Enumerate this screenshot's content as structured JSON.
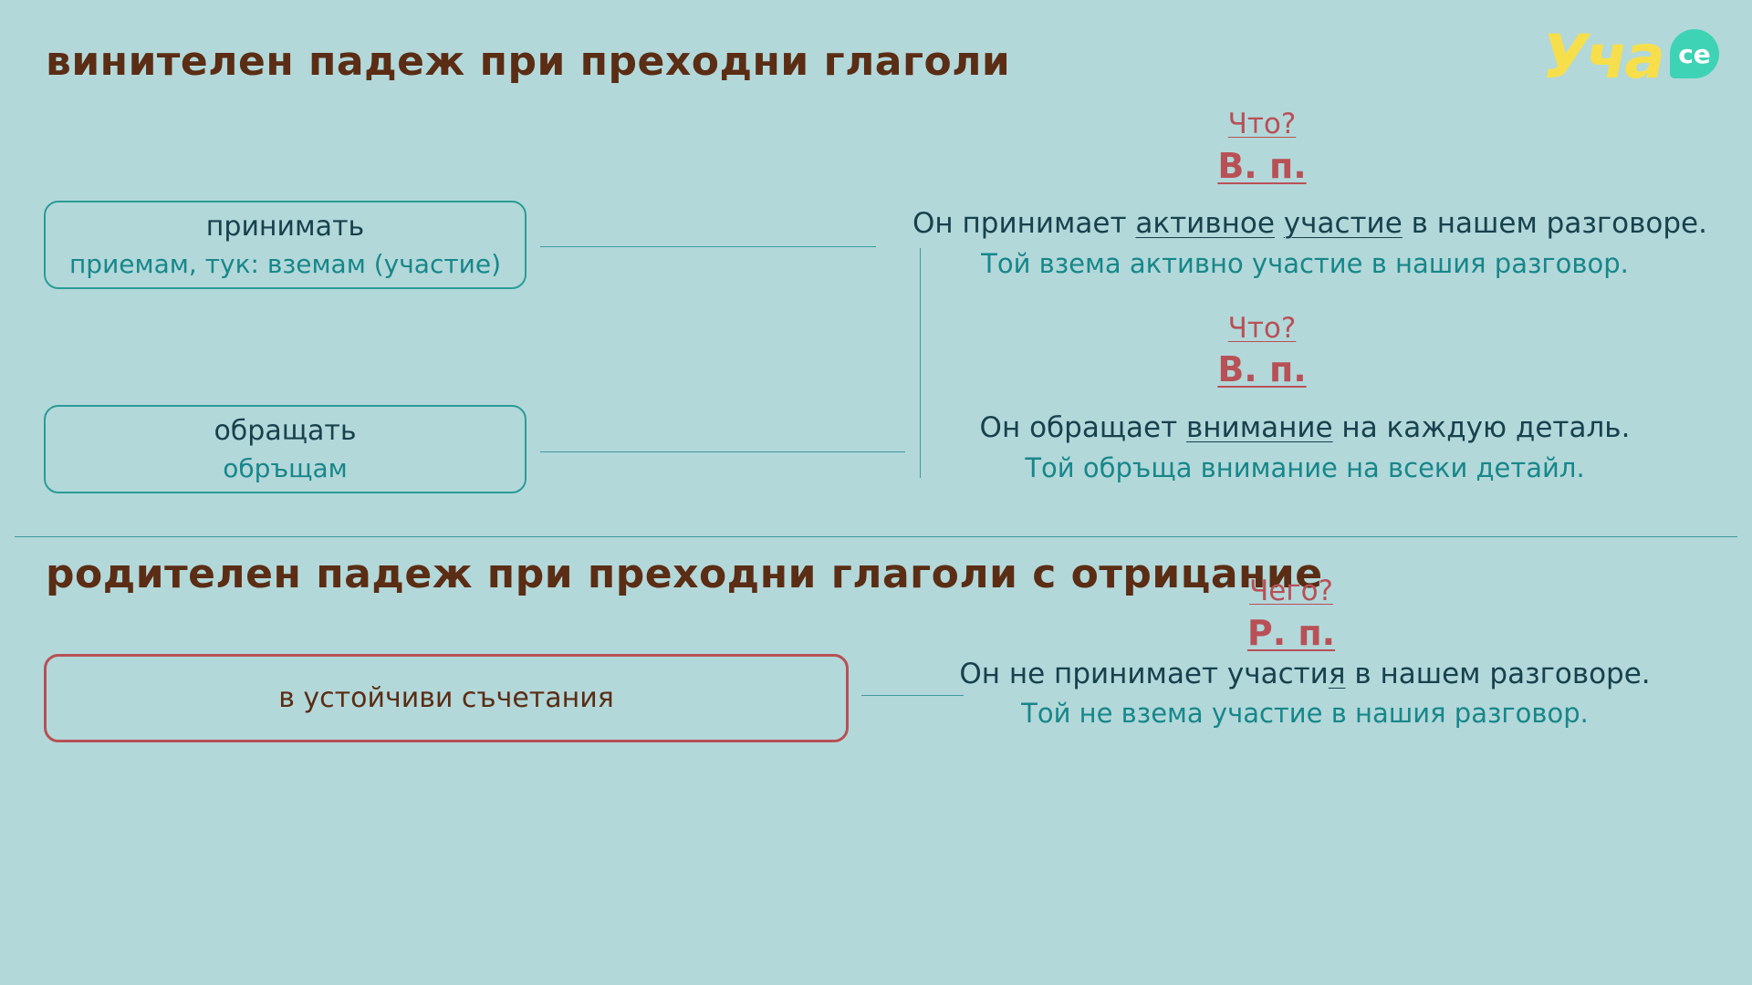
{
  "logo": {
    "main": "Уча",
    "badge": "се"
  },
  "section1": {
    "title": "винителен падеж при преходни глаголи",
    "verbs": [
      {
        "verb": "принимать",
        "translation": "приемам, тук: вземам (участие)"
      },
      {
        "verb": "обращать",
        "translation": "обръщам"
      }
    ],
    "examples": [
      {
        "question": "Что?",
        "case": "В. п.",
        "sentence": {
          "before": "Он принимает ",
          "u1": "активное",
          "mid": " ",
          "u2": "участие",
          "after": " в нашем разговоре."
        },
        "translation": "Той взема активно участие в нашия разговор."
      },
      {
        "question": "Что?",
        "case": "В. п.",
        "sentence": {
          "before": "Он обращает ",
          "u1": "внимание",
          "after": " на каждую деталь."
        },
        "translation": "Той обръща внимание на всеки детайл."
      }
    ]
  },
  "section2": {
    "title": "родителен падеж при преходни глаголи с отрицание",
    "box_label": "в устойчиви съчетания",
    "example": {
      "question": "Чего?",
      "case": "Р. п.",
      "sentence": {
        "before": "Он не принимает участи",
        "u1": "я",
        "after": " в нашем разговоре."
      },
      "translation": "Той не взема участие в нашия разговор."
    }
  },
  "colors": {
    "background": "#b3d8da",
    "title": "#5a2d14",
    "teal": "#17878a",
    "dark_text": "#17414d",
    "case_red": "#b85156",
    "logo_yellow": "#f7df4b",
    "logo_green": "#3ed3b4"
  }
}
